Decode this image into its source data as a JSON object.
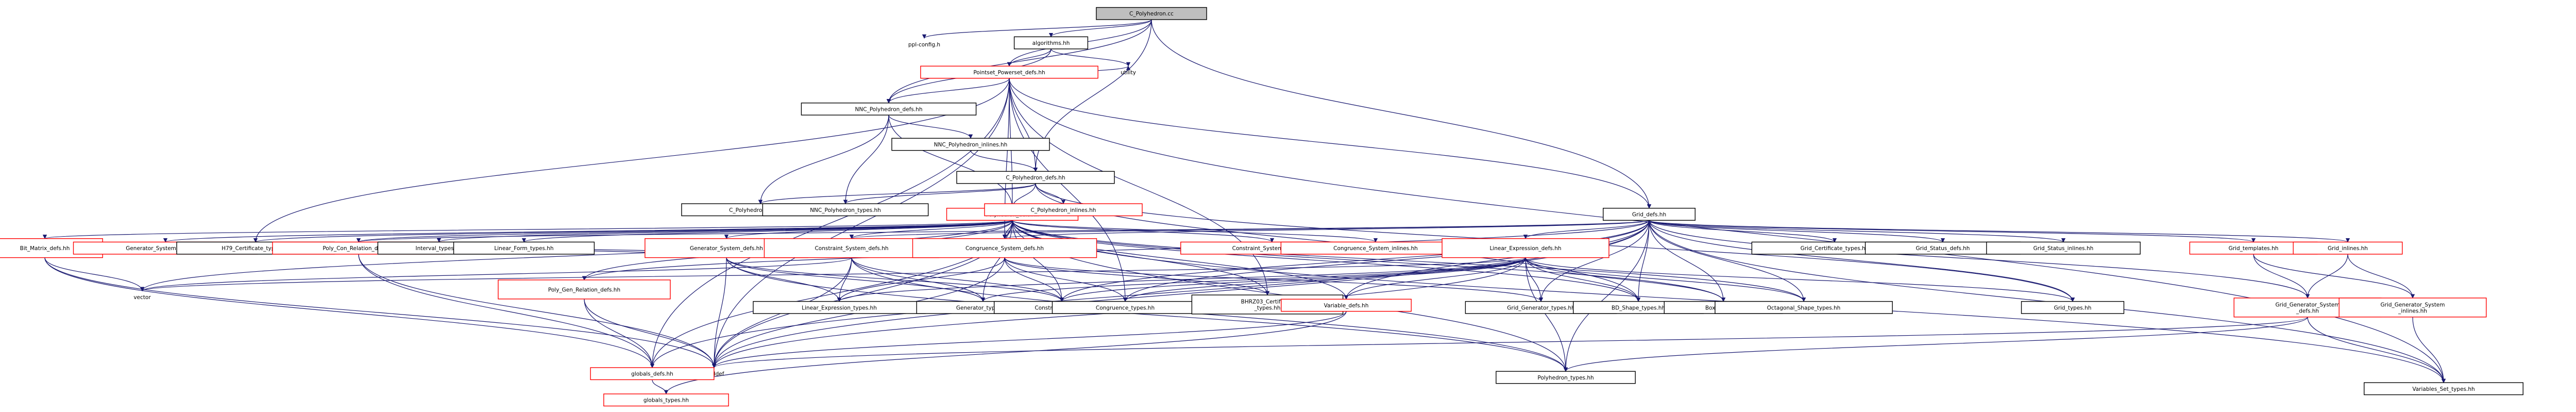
{
  "graph": {
    "edge_color": "#191970",
    "nodes": {
      "c_poly_cc": {
        "label": "C_Polyhedron.cc",
        "style": "root"
      },
      "ppl_config": {
        "label": "ppl-config.h",
        "style": "plain"
      },
      "algorithms": {
        "label": "algorithms.hh",
        "style": "black"
      },
      "pointset": {
        "label": "Pointset_Powerset_defs.hh",
        "style": "red"
      },
      "utility": {
        "label": "utility",
        "style": "plain"
      },
      "nnc_defs": {
        "label": "NNC_Polyhedron_defs.hh",
        "style": "black"
      },
      "nnc_inlines": {
        "label": "NNC_Polyhedron_inlines.hh",
        "style": "black"
      },
      "c_defs": {
        "label": "C_Polyhedron_defs.hh",
        "style": "black"
      },
      "c_types": {
        "label": "C_Polyhedron_types.hh",
        "style": "black"
      },
      "nnc_types": {
        "label": "NNC_Polyhedron_types.hh",
        "style": "black"
      },
      "poly_defs": {
        "label": "Polyhedron_defs.hh",
        "style": "red"
      },
      "c_inlines": {
        "label": "C_Polyhedron_inlines.hh",
        "style": "red"
      },
      "grid_defs": {
        "label": "Grid_defs.hh",
        "style": "black"
      },
      "bit_matrix": {
        "label": "Bit_Matrix_defs.hh",
        "style": "red"
      },
      "gen_sys_inl": {
        "label": "Generator_System_inlines.hh",
        "style": "red"
      },
      "h79": {
        "label": "H79_Certificate_types.hh",
        "style": "black"
      },
      "poly_con_defs": {
        "label": "Poly_Con_Relation_defs.hh",
        "style": "red"
      },
      "interval": {
        "label": "Interval_types.hh",
        "style": "black"
      },
      "lin_form": {
        "label": "Linear_Form_types.hh",
        "style": "black"
      },
      "gen_sys_defs": {
        "label": "Generator_System_defs.hh",
        "style": "red"
      },
      "con_sys_defs": {
        "label": "Constraint_System_defs.hh",
        "style": "red"
      },
      "cong_sys_defs": {
        "label": "Congruence_System_defs.hh",
        "style": "red"
      },
      "con_sys_inl": {
        "label": "Constraint_System_inlines.hh",
        "style": "red"
      },
      "cong_sys_inl": {
        "label": "Congruence_System_inlines.hh",
        "style": "red"
      },
      "lin_expr_defs": {
        "label": "Linear_Expression_defs.hh",
        "style": "red"
      },
      "grid_cert": {
        "label": "Grid_Certificate_types.hh",
        "style": "black"
      },
      "grid_status_defs": {
        "label": "Grid_Status_defs.hh",
        "style": "black"
      },
      "grid_status_inl": {
        "label": "Grid_Status_inlines.hh",
        "style": "black"
      },
      "grid_templates": {
        "label": "Grid_templates.hh",
        "style": "red"
      },
      "grid_inlines": {
        "label": "Grid_inlines.hh",
        "style": "red"
      },
      "vector": {
        "label": "vector",
        "style": "plain"
      },
      "poly_gen_defs": {
        "label": "Poly_Gen_Relation_defs.hh",
        "style": "red"
      },
      "lin_expr_types": {
        "label": "Linear_Expression_types.hh",
        "style": "black"
      },
      "gen_types": {
        "label": "Generator_types.hh",
        "style": "black"
      },
      "con_types": {
        "label": "Constraint_types.hh",
        "style": "black"
      },
      "cong_types": {
        "label": "Congruence_types.hh",
        "style": "black"
      },
      "bhrz03": {
        "label": "BHRZ03_Certificate\n_types.hh",
        "style": "black"
      },
      "variable_defs": {
        "label": "Variable_defs.hh",
        "style": "red"
      },
      "grid_gen_types": {
        "label": "Grid_Generator_types.hh",
        "style": "black"
      },
      "bd_shape": {
        "label": "BD_Shape_types.hh",
        "style": "black"
      },
      "box_types": {
        "label": "Box_types.hh",
        "style": "black"
      },
      "octagonal": {
        "label": "Octagonal_Shape_types.hh",
        "style": "black"
      },
      "grid_types": {
        "label": "Grid_types.hh",
        "style": "black"
      },
      "grid_gen_sys_defs": {
        "label": "Grid_Generator_System\n_defs.hh",
        "style": "red"
      },
      "grid_gen_sys_inl": {
        "label": "Grid_Generator_System\n_inlines.hh",
        "style": "red"
      },
      "cstddef": {
        "label": "cstddef",
        "style": "plain"
      },
      "globals_defs": {
        "label": "globals_defs.hh",
        "style": "red"
      },
      "globals_types": {
        "label": "globals_types.hh",
        "style": "red"
      },
      "poly_types": {
        "label": "Polyhedron_types.hh",
        "style": "black"
      },
      "vars_set": {
        "label": "Variables_Set_types.hh",
        "style": "black"
      }
    },
    "edges": [
      [
        "c_poly_cc",
        "ppl_config"
      ],
      [
        "c_poly_cc",
        "algorithms"
      ],
      [
        "c_poly_cc",
        "nnc_defs"
      ],
      [
        "c_poly_cc",
        "c_defs"
      ],
      [
        "c_poly_cc",
        "grid_defs"
      ],
      [
        "c_poly_cc",
        "pointset"
      ],
      [
        "algorithms",
        "pointset"
      ],
      [
        "algorithms",
        "utility"
      ],
      [
        "algorithms",
        "nnc_defs"
      ],
      [
        "pointset",
        "nnc_defs"
      ],
      [
        "pointset",
        "c_defs"
      ],
      [
        "pointset",
        "poly_defs"
      ],
      [
        "pointset",
        "grid_defs"
      ],
      [
        "pointset",
        "utility"
      ],
      [
        "pointset",
        "globals_defs"
      ],
      [
        "pointset",
        "cstddef"
      ],
      [
        "pointset",
        "cong_sys_defs"
      ],
      [
        "pointset",
        "cong_types"
      ],
      [
        "pointset",
        "bhrz03"
      ],
      [
        "pointset",
        "vars_set"
      ],
      [
        "pointset",
        "h79"
      ],
      [
        "nnc_defs",
        "nnc_inlines"
      ],
      [
        "nnc_defs",
        "c_types"
      ],
      [
        "nnc_defs",
        "nnc_types"
      ],
      [
        "nnc_defs",
        "poly_defs"
      ],
      [
        "nnc_inlines",
        "c_defs"
      ],
      [
        "c_defs",
        "c_types"
      ],
      [
        "c_defs",
        "nnc_types"
      ],
      [
        "c_defs",
        "poly_defs"
      ],
      [
        "c_defs",
        "c_inlines"
      ],
      [
        "c_defs",
        "grid_types"
      ],
      [
        "c_defs",
        "bd_shape"
      ],
      [
        "poly_defs",
        "bit_matrix"
      ],
      [
        "poly_defs",
        "gen_sys_inl"
      ],
      [
        "poly_defs",
        "h79"
      ],
      [
        "poly_defs",
        "poly_con_defs"
      ],
      [
        "poly_defs",
        "interval"
      ],
      [
        "poly_defs",
        "lin_form"
      ],
      [
        "poly_defs",
        "gen_sys_defs"
      ],
      [
        "poly_defs",
        "con_sys_defs"
      ],
      [
        "poly_defs",
        "cong_sys_defs"
      ],
      [
        "poly_defs",
        "con_sys_inl"
      ],
      [
        "poly_defs",
        "cong_sys_inl"
      ],
      [
        "poly_defs",
        "vector"
      ],
      [
        "poly_defs",
        "poly_gen_defs"
      ],
      [
        "poly_defs",
        "con_types"
      ],
      [
        "poly_defs",
        "gen_types"
      ],
      [
        "poly_defs",
        "bhrz03"
      ],
      [
        "poly_defs",
        "variable_defs"
      ],
      [
        "poly_defs",
        "box_types"
      ],
      [
        "poly_defs",
        "octagonal"
      ],
      [
        "poly_defs",
        "cstddef"
      ],
      [
        "poly_defs",
        "globals_defs"
      ],
      [
        "poly_defs",
        "poly_types"
      ],
      [
        "poly_defs",
        "vars_set"
      ],
      [
        "poly_defs",
        "bd_shape"
      ],
      [
        "grid_defs",
        "grid_cert"
      ],
      [
        "grid_defs",
        "grid_status_defs"
      ],
      [
        "grid_defs",
        "grid_status_inl"
      ],
      [
        "grid_defs",
        "grid_templates"
      ],
      [
        "grid_defs",
        "grid_inlines"
      ],
      [
        "grid_defs",
        "lin_expr_defs"
      ],
      [
        "grid_defs",
        "con_sys_defs"
      ],
      [
        "grid_defs",
        "cong_sys_defs"
      ],
      [
        "grid_defs",
        "grid_gen_types"
      ],
      [
        "grid_defs",
        "bd_shape"
      ],
      [
        "grid_defs",
        "box_types"
      ],
      [
        "grid_defs",
        "octagonal"
      ],
      [
        "grid_defs",
        "grid_types"
      ],
      [
        "grid_defs",
        "grid_gen_sys_defs"
      ],
      [
        "grid_defs",
        "poly_con_defs"
      ],
      [
        "grid_defs",
        "poly_gen_defs"
      ],
      [
        "grid_defs",
        "vars_set"
      ],
      [
        "grid_defs",
        "poly_types"
      ],
      [
        "grid_defs",
        "con_types"
      ],
      [
        "grid_defs",
        "cong_types"
      ],
      [
        "grid_defs",
        "variable_defs"
      ],
      [
        "grid_defs",
        "cstddef"
      ],
      [
        "grid_defs",
        "globals_defs"
      ],
      [
        "bit_matrix",
        "vector"
      ],
      [
        "bit_matrix",
        "cstddef"
      ],
      [
        "bit_matrix",
        "globals_defs"
      ],
      [
        "poly_con_defs",
        "globals_defs"
      ],
      [
        "poly_con_defs",
        "cstddef"
      ],
      [
        "poly_gen_defs",
        "globals_defs"
      ],
      [
        "poly_gen_defs",
        "cstddef"
      ],
      [
        "gen_sys_defs",
        "lin_expr_types"
      ],
      [
        "gen_sys_defs",
        "gen_types"
      ],
      [
        "gen_sys_defs",
        "con_types"
      ],
      [
        "gen_sys_defs",
        "poly_con_defs"
      ],
      [
        "gen_sys_defs",
        "cstddef"
      ],
      [
        "gen_sys_defs",
        "poly_types"
      ],
      [
        "con_sys_defs",
        "lin_expr_types"
      ],
      [
        "con_sys_defs",
        "con_types"
      ],
      [
        "con_sys_defs",
        "gen_types"
      ],
      [
        "con_sys_defs",
        "poly_con_defs"
      ],
      [
        "con_sys_defs",
        "cstddef"
      ],
      [
        "con_sys_defs",
        "vector"
      ],
      [
        "con_sys_defs",
        "poly_types"
      ],
      [
        "cong_sys_defs",
        "cong_types"
      ],
      [
        "cong_sys_defs",
        "con_types"
      ],
      [
        "cong_sys_defs",
        "lin_expr_types"
      ],
      [
        "cong_sys_defs",
        "cstddef"
      ],
      [
        "cong_sys_defs",
        "bhrz03"
      ],
      [
        "cong_sys_defs",
        "grid_gen_types"
      ],
      [
        "lin_expr_defs",
        "lin_expr_types"
      ],
      [
        "lin_expr_defs",
        "con_types"
      ],
      [
        "lin_expr_defs",
        "gen_types"
      ],
      [
        "lin_expr_defs",
        "cong_types"
      ],
      [
        "lin_expr_defs",
        "grid_gen_types"
      ],
      [
        "lin_expr_defs",
        "variable_defs"
      ],
      [
        "lin_expr_defs",
        "bd_shape"
      ],
      [
        "lin_expr_defs",
        "box_types"
      ],
      [
        "lin_expr_defs",
        "octagonal"
      ],
      [
        "lin_expr_defs",
        "grid_types"
      ],
      [
        "lin_expr_defs",
        "poly_types"
      ],
      [
        "lin_expr_defs",
        "cstddef"
      ],
      [
        "lin_expr_defs",
        "vector"
      ],
      [
        "variable_defs",
        "globals_types"
      ],
      [
        "variable_defs",
        "cstddef"
      ],
      [
        "grid_templates",
        "grid_gen_sys_defs"
      ],
      [
        "grid_templates",
        "grid_gen_sys_inl"
      ],
      [
        "grid_inlines",
        "grid_gen_sys_defs"
      ],
      [
        "grid_inlines",
        "grid_gen_sys_inl"
      ],
      [
        "grid_gen_sys_defs",
        "poly_types"
      ],
      [
        "grid_gen_sys_defs",
        "vars_set"
      ],
      [
        "grid_gen_sys_defs",
        "cstddef"
      ],
      [
        "grid_gen_sys_inl",
        "vars_set"
      ],
      [
        "globals_defs",
        "globals_types"
      ]
    ]
  }
}
